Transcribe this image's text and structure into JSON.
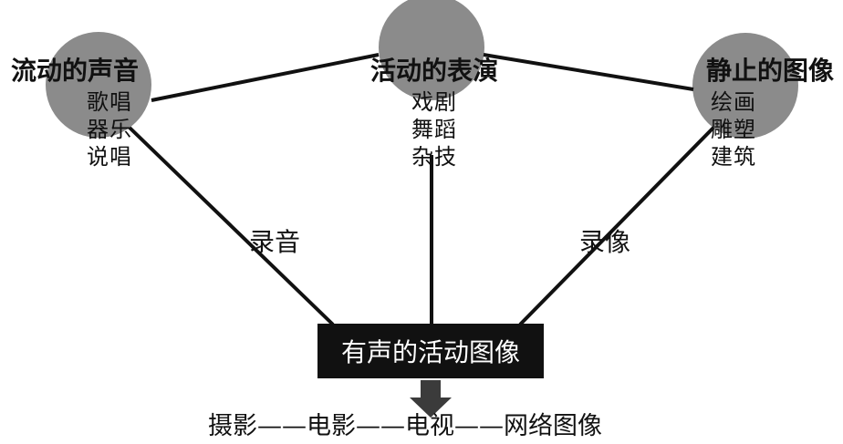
{
  "nodes": [
    {
      "title": "流动的声音",
      "items": [
        "歌唱",
        "器乐",
        "说唱"
      ]
    },
    {
      "title": "活动的表演",
      "items": [
        "戏剧",
        "舞蹈",
        "杂技"
      ]
    },
    {
      "title": "静止的图像",
      "items": [
        "绘画",
        "雕塑",
        "建筑"
      ]
    }
  ],
  "edges": {
    "left_label": "录音",
    "right_label": "录像"
  },
  "result": {
    "label": "有声的活动图像"
  },
  "progression": {
    "text": "摄影——电影——电视——网络图像"
  },
  "colors": {
    "node_fill": "#8b8b8b",
    "line": "#111111",
    "result_bg": "#111111",
    "result_text": "#ffffff",
    "arrow": "#3b3b3b"
  }
}
